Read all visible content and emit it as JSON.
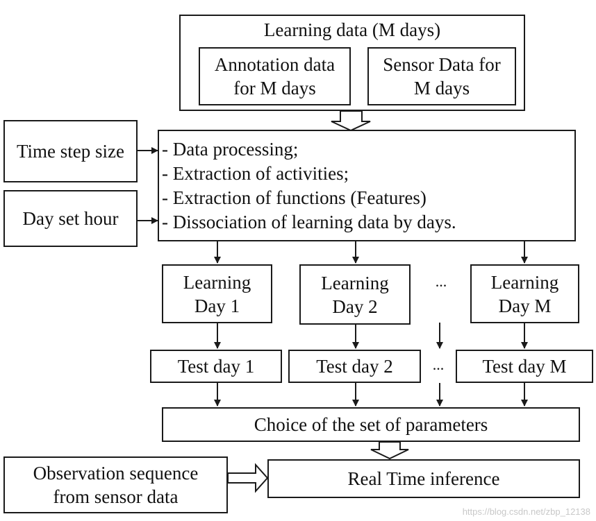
{
  "learning_data": {
    "title": "Learning data (M days)",
    "annotation": "Annotation data for M days",
    "sensor": "Sensor Data for M days"
  },
  "inputs": {
    "time_step": "Time step size",
    "day_set_hour": "Day set hour"
  },
  "processing_steps": [
    "- Data processing;",
    "- Extraction of activities;",
    "- Extraction of functions (Features)",
    "- Dissociation of learning data by days."
  ],
  "learning_days": [
    "Learning Day 1",
    "Learning Day 2",
    "Learning Day M"
  ],
  "test_days": [
    "Test day 1",
    "Test day 2",
    "Test day M"
  ],
  "ellipsis": "...",
  "choice": "Choice of the set of parameters",
  "observation": "Observation sequence from sensor data",
  "inference": "Real Time inference",
  "watermark": "https://blog.csdn.net/zbp_12138"
}
